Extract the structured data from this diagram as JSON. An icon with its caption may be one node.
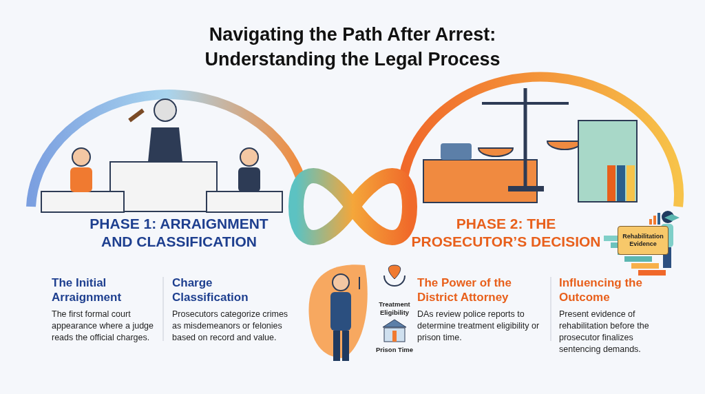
{
  "diagram": {
    "title": "Navigating the Path After Arrest: Understanding the Legal Process",
    "nodes": [
      {
        "text": [
          "Rehabilitation Evidence"
        ]
      }
    ],
    "labels": [
      "PHASE 1: ARRAIGNMENT AND CLASSIFICATION",
      "The Initial Arraignment",
      "The first formal court appearance where a judge reads the official charges.",
      "Charge Classification",
      "Prosecutors categorize crimes as misdemeanors or felonies based on record and value.",
      "PHASE 2: THE PROSECUTOR’S DECISION",
      "Treatment Eligibility",
      "Prison Time",
      "The Power of the District Attorney",
      "DAs review police reports to determine treatment eligibility or prison time.",
      "Influencing the Outcome",
      "Present evidence of rehabilitation before the prosecutor finalizes sentencing demands."
    ]
  }
}
